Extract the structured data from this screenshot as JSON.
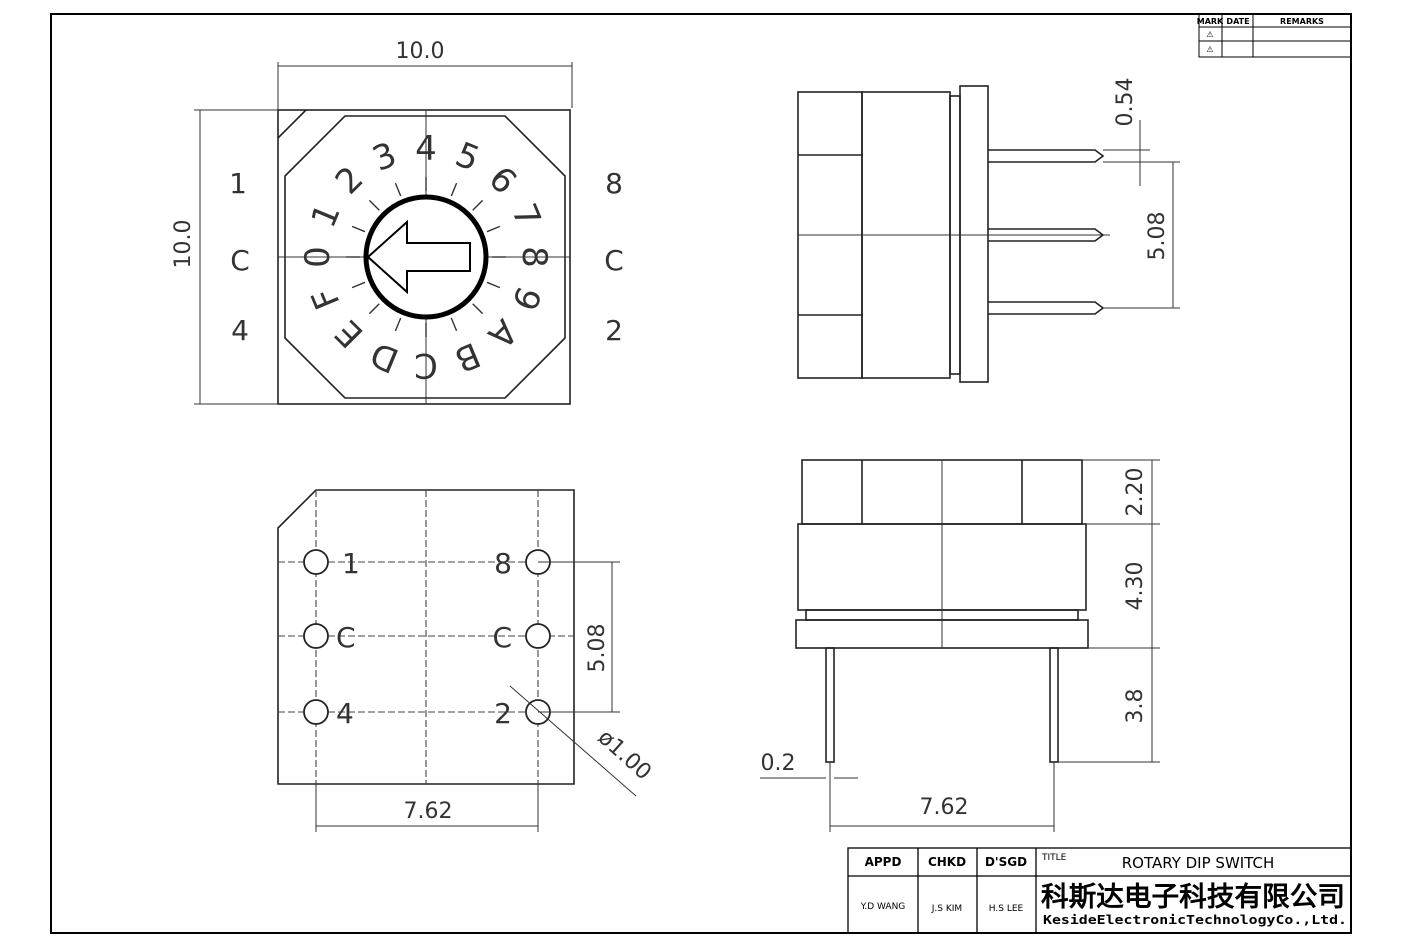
{
  "revision_table": {
    "headers": [
      "MARK",
      "DATE",
      "REMARKS"
    ],
    "rows": [
      [
        "⚠",
        "",
        ""
      ],
      [
        "⚠",
        "",
        ""
      ]
    ]
  },
  "top_view": {
    "width_dim": "10.0",
    "height_dim": "10.0",
    "left_pins": [
      "1",
      "C",
      "4"
    ],
    "right_pins": [
      "8",
      "C",
      "2"
    ],
    "dial_labels": [
      "0",
      "1",
      "2",
      "3",
      "4",
      "5",
      "6",
      "7",
      "8",
      "9",
      "A",
      "B",
      "C",
      "D",
      "E",
      "F"
    ]
  },
  "side_view": {
    "pin_thickness": "0.54",
    "pin_pitch": "5.08"
  },
  "bottom_view": {
    "left_pins": [
      "1",
      "C",
      "4"
    ],
    "right_pins": [
      "8",
      "C",
      "2"
    ],
    "pitch_vertical": "5.08",
    "hole_diameter": "ø1.00",
    "pitch_horizontal": "7.62"
  },
  "front_view": {
    "knob_height": "2.20",
    "body_height": "4.30",
    "pin_length": "3.8",
    "pin_width": "0.2",
    "pin_spacing": "7.62"
  },
  "title_block": {
    "appd_label": "APPD",
    "chkd_label": "CHKD",
    "dsgd_label": "D'SGD",
    "title_label": "TITLE",
    "title": "ROTARY DIP SWITCH",
    "appd_name": "Y.D WANG",
    "chkd_name": "J.S KIM",
    "dsgd_name": "H.S LEE",
    "company_cn": "科斯达电子科技有限公司",
    "company_en": "KesideElectronicTechnologyCo.,Ltd."
  }
}
